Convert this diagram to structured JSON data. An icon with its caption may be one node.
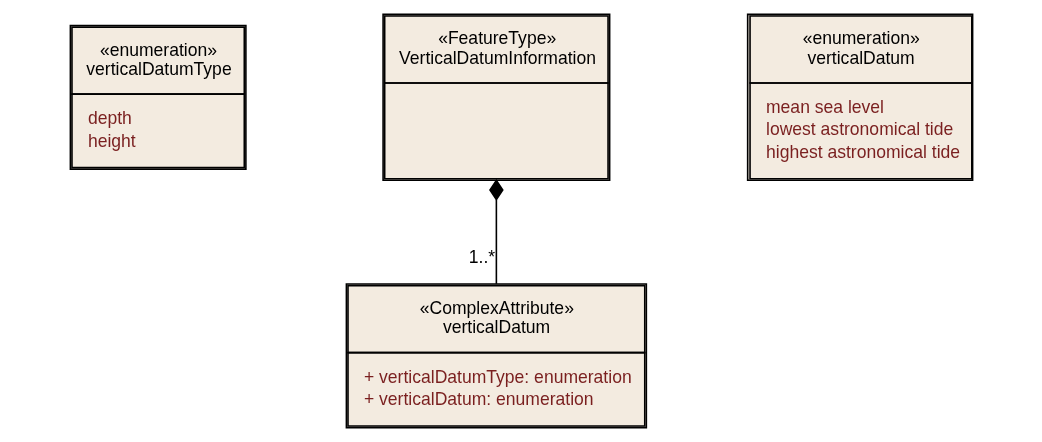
{
  "diagram": {
    "nodes": [
      {
        "text": [
          "«FeatureType»",
          "VerticalDatumInformation"
        ]
      },
      {
        "text": [
          "«enumeration»",
          "verticalDatumType",
          "depth",
          "height"
        ]
      },
      {
        "text": [
          "«enumeration»",
          "verticalDatum",
          "mean sea level",
          "lowest astronomical tide",
          "highest astronomical tide"
        ]
      },
      {
        "text": [
          "«ComplexAttribute»",
          "verticalDatum",
          "+ verticalDatumType: enumeration",
          "+ verticalDatum: enumeration"
        ]
      }
    ],
    "edges": [
      {
        "from": 0,
        "to": 3,
        "arrow": "other",
        "label": "1..*"
      }
    ]
  }
}
